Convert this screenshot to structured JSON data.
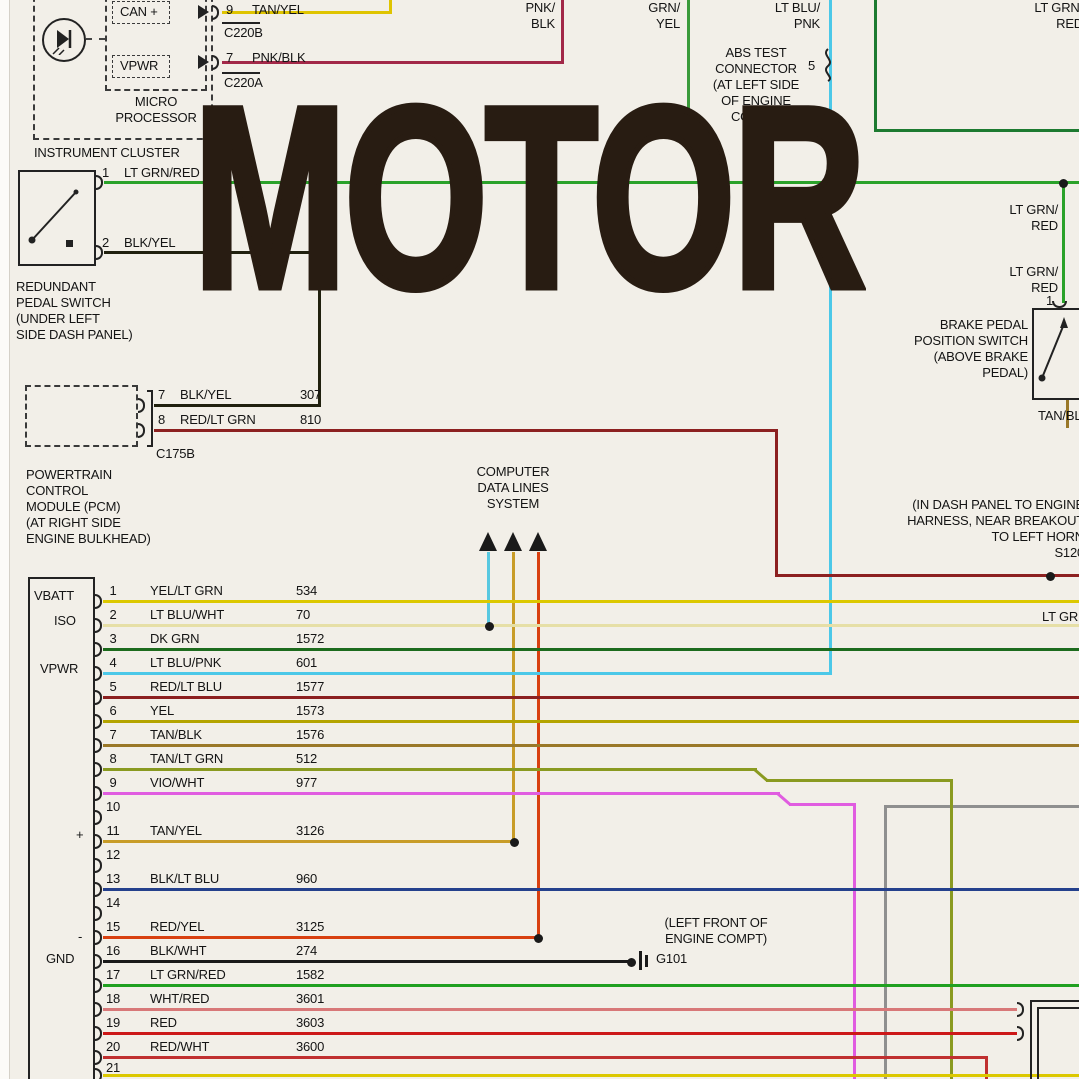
{
  "watermark": "MOTOR",
  "colors": {
    "line": "#222222",
    "tan_yel_top": "#dfc400",
    "pnk_blk": "#a22848",
    "grn_yel": "#3a9a3a",
    "lt_blu_pnk": "#4cc8e8",
    "lt_grn_red_dark": "#1d7a30",
    "lt_grn_red": "#2aa22a",
    "blk_yel": "#20200e",
    "red_lt_grn": "#8c2020",
    "lt_blu_wht": "#58c8e0",
    "tan_yel": "#c89c28",
    "red_yel": "#d84010",
    "gray": "#8f8f8f",
    "row1": "#dcc800",
    "row2": "#e6dfa6",
    "row3": "#1d6b1d",
    "row4": "#4cc8e8",
    "row5": "#8c2020",
    "row6": "#b4a400",
    "row7": "#9a7828",
    "row8": "#8a9a20",
    "row9": "#e05ce0",
    "row11": "#c89c28",
    "row13": "#24408c",
    "row15": "#d84010",
    "row16": "#1a1a1a",
    "row17": "#20a020",
    "row18": "#d87878",
    "row19": "#cc1818",
    "row20": "#c03030",
    "row21": "#dcc800"
  },
  "instrument_cluster": {
    "title": "INSTRUMENT CLUSTER",
    "processor": "MICRO\nPROCESSOR",
    "can_label": "CAN +",
    "vpwr_label": "VPWR",
    "pin9_num": "9",
    "pin9_wire": "TAN/YEL",
    "pin9_conn": "C220B",
    "pin7_num": "7",
    "pin7_wire": "PNK/BLK",
    "pin7_conn": "C220A"
  },
  "top_labels": {
    "pnk_blk": "PNK/\nBLK",
    "grn_yel": "GRN/\nYEL",
    "lt_blu_pnk": "LT BLU/\nPNK",
    "lt_grn_red": "LT GRN/\nRED"
  },
  "abs_test": {
    "note": "ABS TEST\nCONNECTOR\n(AT LEFT SIDE\nOF ENGINE\nCOMPT)",
    "pin": "5"
  },
  "pedal_switch": {
    "title": "REDUNDANT\nPEDAL SWITCH\n(UNDER LEFT\nSIDE DASH PANEL)",
    "pin1_num": "1",
    "pin1_wire": "LT GRN/RED",
    "pin2_num": "2",
    "pin2_wire": "BLK/YEL"
  },
  "pcm": {
    "title": "POWERTRAIN\nCONTROL\nMODULE (PCM)\n(AT RIGHT SIDE\nENGINE BULKHEAD)",
    "connector": "C175B",
    "pin7_num": "7",
    "pin7_wire": "BLK/YEL",
    "pin7_circuit": "307",
    "pin8_num": "8",
    "pin8_wire": "RED/LT GRN",
    "pin8_circuit": "810"
  },
  "data_lines": {
    "title": "COMPUTER\nDATA LINES\nSYSTEM"
  },
  "brake_switch": {
    "title": "BRAKE PEDAL\nPOSITION SWITCH\n(ABOVE BRAKE\nPEDAL)",
    "wire_label_upper": "LT GRN/\nRED",
    "wire_label_lower": "LT GRN/\nRED",
    "pin1_num": "1",
    "bottom_wire": "TAN/BL"
  },
  "splice_note": "(IN DASH PANEL TO ENGINE\nHARNESS, NEAR BREAKOUT\nTO LEFT HORN\nS120",
  "right_edge_label": "LT GR",
  "ground": {
    "note": "(LEFT FRONT OF\nENGINE COMPT)",
    "id": "G101"
  },
  "pcm_connector": {
    "vbatt": "VBATT",
    "iso": "ISO",
    "vpwr": "VPWR",
    "plus": "+",
    "minus": "-",
    "gnd": "GND",
    "rows": [
      {
        "pin": "1",
        "wire": "YEL/LT GRN",
        "circuit": "534"
      },
      {
        "pin": "2",
        "wire": "LT BLU/WHT",
        "circuit": "70"
      },
      {
        "pin": "3",
        "wire": "DK GRN",
        "circuit": "1572"
      },
      {
        "pin": "4",
        "wire": "LT BLU/PNK",
        "circuit": "601"
      },
      {
        "pin": "5",
        "wire": "RED/LT BLU",
        "circuit": "1577"
      },
      {
        "pin": "6",
        "wire": "YEL",
        "circuit": "1573"
      },
      {
        "pin": "7",
        "wire": "TAN/BLK",
        "circuit": "1576"
      },
      {
        "pin": "8",
        "wire": "TAN/LT GRN",
        "circuit": "512"
      },
      {
        "pin": "9",
        "wire": "VIO/WHT",
        "circuit": "977"
      },
      {
        "pin": "10",
        "wire": "",
        "circuit": ""
      },
      {
        "pin": "11",
        "wire": "TAN/YEL",
        "circuit": "3126"
      },
      {
        "pin": "12",
        "wire": "",
        "circuit": ""
      },
      {
        "pin": "13",
        "wire": "BLK/LT BLU",
        "circuit": "960"
      },
      {
        "pin": "14",
        "wire": "",
        "circuit": ""
      },
      {
        "pin": "15",
        "wire": "RED/YEL",
        "circuit": "3125"
      },
      {
        "pin": "16",
        "wire": "BLK/WHT",
        "circuit": "274"
      },
      {
        "pin": "17",
        "wire": "LT GRN/RED",
        "circuit": "1582"
      },
      {
        "pin": "18",
        "wire": "WHT/RED",
        "circuit": "3601"
      },
      {
        "pin": "19",
        "wire": "RED",
        "circuit": "3603"
      },
      {
        "pin": "20",
        "wire": "RED/WHT",
        "circuit": "3600"
      },
      {
        "pin": "21",
        "wire": "",
        "circuit": ""
      }
    ]
  }
}
